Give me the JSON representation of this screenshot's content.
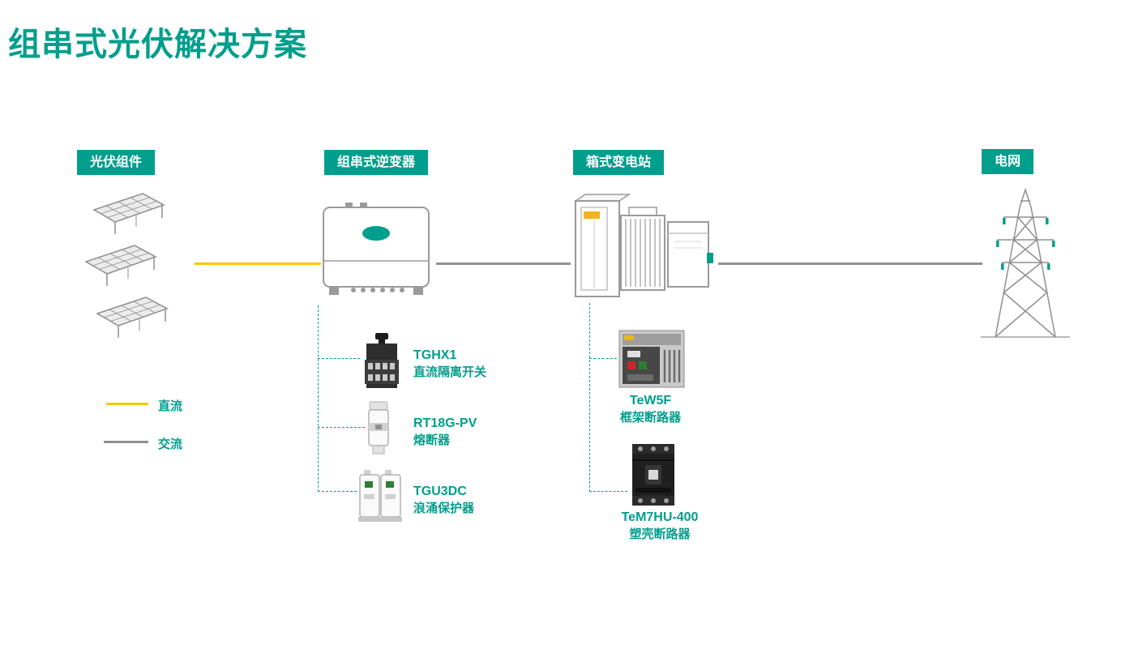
{
  "page": {
    "title": "组串式光伏解决方案"
  },
  "colors": {
    "accent_teal": "#009e8c",
    "dc_yellow": "#ffc400",
    "line_gray": "#8f8f8f"
  },
  "sections": {
    "pv": {
      "label": "光伏组件",
      "illustration": "solar-panel-array"
    },
    "inverter": {
      "label": "组串式逆变器",
      "illustration": "string-inverter-cabinet"
    },
    "substation": {
      "label": "箱式变电站",
      "illustration": "box-type-substation"
    },
    "grid": {
      "label": "电网",
      "illustration": "transmission-tower"
    }
  },
  "legend": {
    "dc": {
      "label": "直流",
      "color": "#ffc400"
    },
    "ac": {
      "label": "交流",
      "color": "#8f8f8f"
    }
  },
  "inverter_components": [
    {
      "model": "TGHX1",
      "name": "直流隔离开关",
      "image": "dc-isolation-switch"
    },
    {
      "model": "RT18G-PV",
      "name": "熔断器",
      "image": "fuse-holder"
    },
    {
      "model": "TGU3DC",
      "name": "浪涌保护器",
      "image": "surge-protector"
    }
  ],
  "substation_components": [
    {
      "model": "TeW5F",
      "name": "框架断路器",
      "image": "air-circuit-breaker"
    },
    {
      "model": "TeM7HU-400",
      "name": "塑壳断路器",
      "image": "molded-case-circuit-breaker"
    }
  ]
}
